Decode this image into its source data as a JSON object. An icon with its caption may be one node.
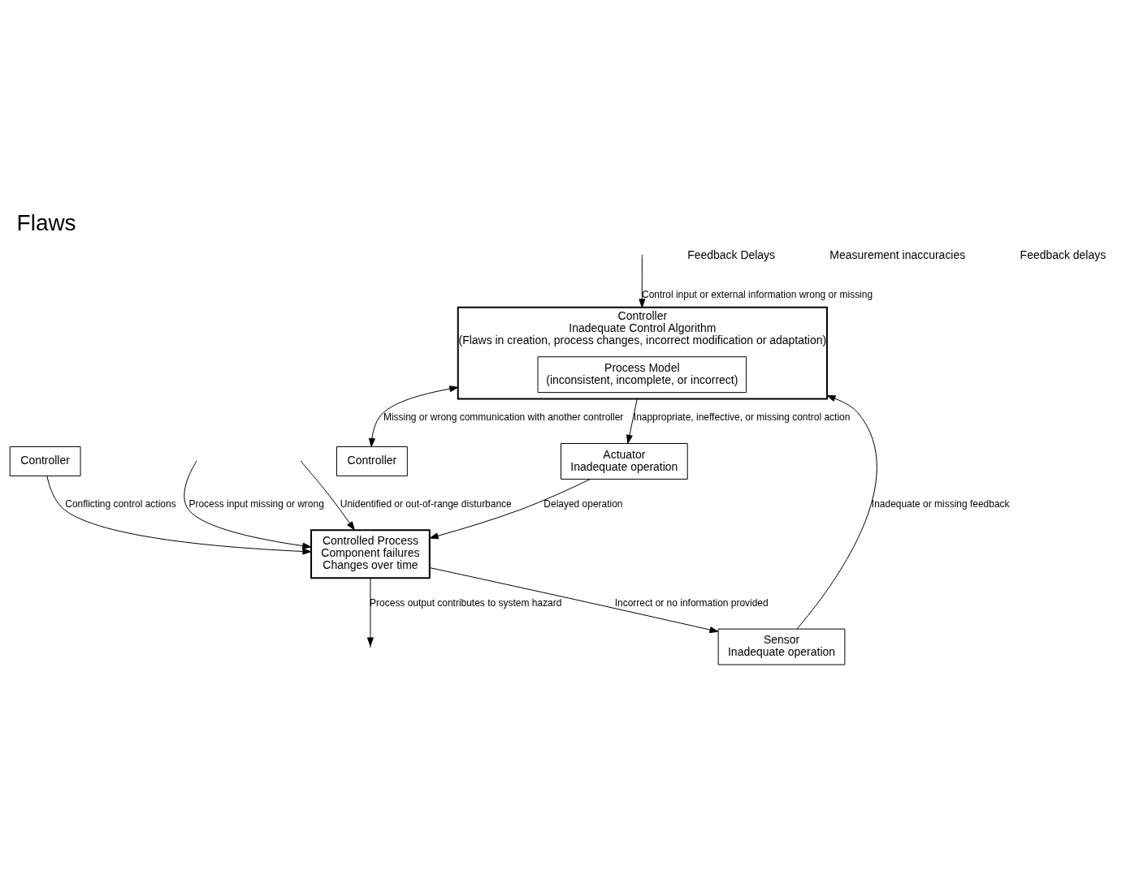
{
  "diagram": {
    "title": "Flaws",
    "nodes": [
      {
        "text": [
          "Controller",
          "Inadequate Control Algorithm",
          "(Flaws in creation, process changes, incorrect modification or adaptation)"
        ]
      },
      {
        "text": [
          "Process Model",
          "(inconsistent, incomplete, or incorrect)"
        ],
        "in": 0
      },
      {
        "text": [
          "Controller"
        ]
      },
      {
        "text": [
          "Actuator",
          "Inadequate operation"
        ]
      },
      {
        "text": [
          "Sensor",
          "Inadequate operation"
        ]
      },
      {
        "text": [
          "Controlled Process",
          "Component failures",
          "Changes over time"
        ]
      },
      {
        "text": [
          "Controller"
        ]
      }
    ],
    "edges": [
      {
        "from": null,
        "to": 0,
        "arrow": "to",
        "label": "Control input or external information wrong or missing"
      },
      {
        "from": 0,
        "to": 2,
        "arrow": "both",
        "label": "Missing or wrong communication with another controller"
      },
      {
        "from": 0,
        "to": 3,
        "arrow": "to",
        "label": "Inappropriate, ineffective, or missing control action"
      },
      {
        "from": 3,
        "to": 5,
        "arrow": "to",
        "label": "Delayed operation"
      },
      {
        "from": 6,
        "to": 5,
        "arrow": "to",
        "label": "Conflicting control actions"
      },
      {
        "from": null,
        "to": 5,
        "arrow": "to",
        "label": "Process input missing or wrong"
      },
      {
        "from": null,
        "to": 5,
        "arrow": "to",
        "label": "Unidentified or out-of-range disturbance"
      },
      {
        "from": 5,
        "to": null,
        "arrow": "to",
        "label": "Process output contributes to system hazard"
      },
      {
        "from": 5,
        "to": 4,
        "arrow": "to",
        "label": "Incorrect or no information provided"
      },
      {
        "from": 4,
        "to": 0,
        "arrow": "to",
        "label": "Inadequate or missing feedback"
      }
    ],
    "labels": [
      "Feedback Delays",
      "Measurement inaccuracies",
      "Feedback delays"
    ]
  }
}
